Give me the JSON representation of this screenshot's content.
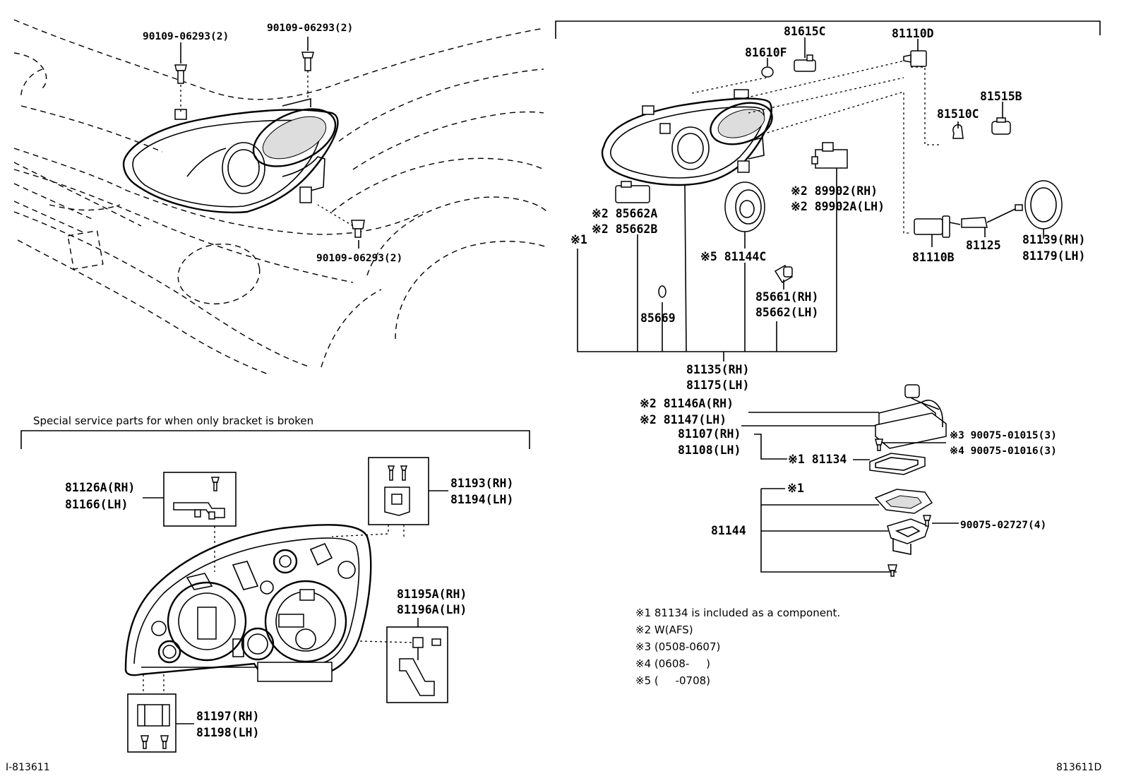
{
  "fasteners": {
    "top_left": "90109-06293(2)",
    "top_mid": "90109-06293(2)",
    "lower": "90109-06293(2)"
  },
  "bracket_section": {
    "title": "Special service parts for when only bracket is broken",
    "p81126": [
      "81126A(RH)",
      "81166(LH)"
    ],
    "p81193": [
      "81193(RH)",
      "81194(LH)"
    ],
    "p81195": [
      "81195A(RH)",
      "81196A(LH)"
    ],
    "p81197": [
      "81197(RH)",
      "81198(LH)"
    ]
  },
  "assembly": {
    "p81615c": "81615C",
    "p81110d": "81110D",
    "p81610f": "81610F",
    "p81515b": "81515B",
    "p81510c": "81510C",
    "p89902": [
      "※2 89902(RH)",
      "※2 89902A(LH)"
    ],
    "p85662a": [
      "※2 85662A",
      "※2 85662B"
    ],
    "mark1": "※1",
    "p81144c": "※5 81144C",
    "p85669": "85669",
    "p85661": [
      "85661(RH)",
      "85662(LH)"
    ],
    "p81110b": "81110B",
    "p81125": "81125",
    "p81139": [
      "81139(RH)",
      "81179(LH)"
    ],
    "p81135": [
      "81135(RH)",
      "81175(LH)"
    ]
  },
  "ballast": {
    "p81146": [
      "※2 81146A(RH)",
      "※2 81147(LH)"
    ],
    "p81107": [
      "81107(RH)",
      "81108(LH)"
    ],
    "p81134": "※1 81134",
    "screw3": "※3 90075-01015(3)",
    "screw4": "※4 90075-01016(3)",
    "mark1": "※1",
    "p81144": "81144",
    "screw_cover": "90075-02727(4)"
  },
  "notes": [
    "※1 81134 is included as a component.",
    "※2 W(AFS)",
    "※3 (0508-0607)",
    "※4 (0608-     )",
    "※5 (     -0708)"
  ],
  "footer": {
    "left_id": "I-813611",
    "right_id": "813611D"
  }
}
